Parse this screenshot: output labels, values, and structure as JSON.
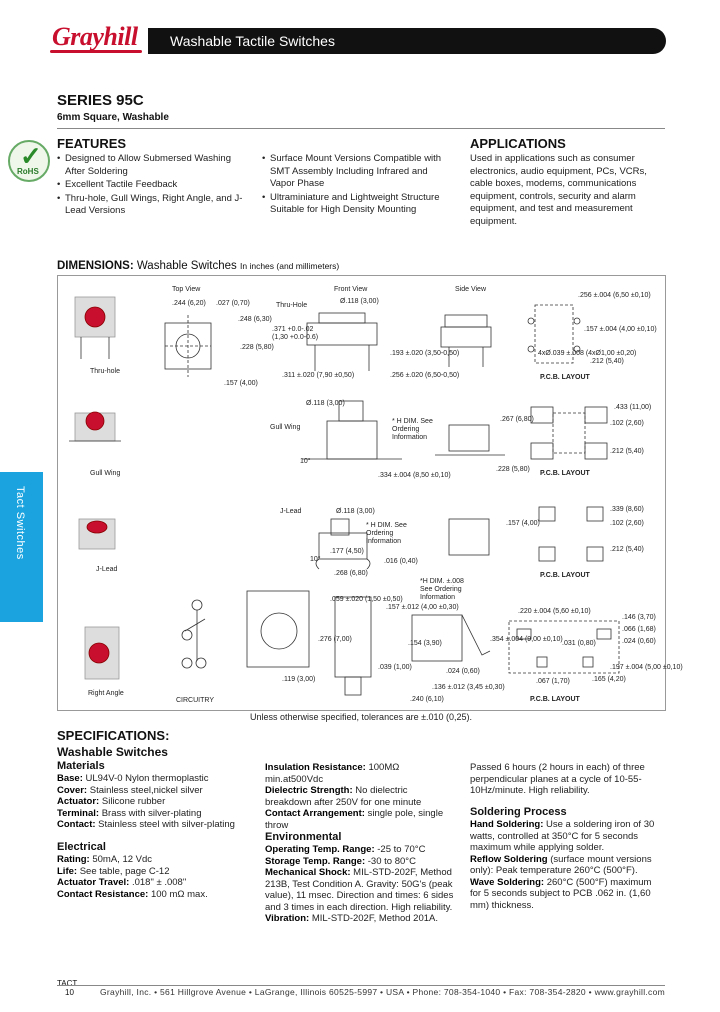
{
  "header": {
    "logo": "Grayhill",
    "title": "Washable Tactile Switches"
  },
  "side_tab": {
    "label": "Tact Switches"
  },
  "series": {
    "name": "SERIES 95C",
    "subtitle": "6mm Square, Washable"
  },
  "rohs": {
    "label": "RoHS",
    "icon": "check-icon",
    "color": "#2a8a2a"
  },
  "features": {
    "heading": "FEATURES",
    "left": [
      "Designed to Allow Submersed Washing After Soldering",
      "Excellent Tactile Feedback",
      "Thru-hole, Gull Wings, Right Angle, and J-Lead Versions"
    ],
    "right": [
      "Surface Mount Versions Compatible with SMT Assembly Including Infrared and Vapor Phase",
      "Ultraminiature and Lightweight Structure Suitable for High Density Mounting"
    ]
  },
  "applications": {
    "heading": "APPLICATIONS",
    "body": "Used in applications such as consumer electronics, audio equipment, PCs, VCRs, cable boxes, modems, communications equipment, controls, security and alarm equipment, and test and measurement equipment."
  },
  "dimensions": {
    "heading_bold": "DIMENSIONS:",
    "heading": "Washable Switches",
    "note": "In inches (and millimeters)",
    "view_labels": {
      "top": "Top View",
      "front": "Front View",
      "side": "Side View"
    },
    "row_labels": {
      "thru": "Thru-Hole",
      "gull": "Gull Wing",
      "jlead": "J-Lead"
    },
    "photo_labels": [
      "Thru-hole",
      "Gull Wing",
      "J-Lead",
      "Right Angle"
    ],
    "circuitry": "CIRCUITRY",
    "pcb": "P.C.B. LAYOUT",
    "see_ordering": "* H DIM. See Ordering Information",
    "thru_dims": [
      ".244 (6,20)",
      ".027 (0,70)",
      ".248 (6,30)",
      ".228 (5,80)",
      ".157 (4,00)",
      "Ø.118 (3,00)",
      ".371 +0.0-.02 (1,30 +0.0-0.6)",
      ".193 ±.020 (3,50-0,50)",
      ".311 ±.020 (7,90 ±0,50)",
      ".256 ±.020 (6,50-0,50)",
      ".256 ±.004 (6,50 ±0,10)",
      ".157 ±.004 (4,00 ±0,10)",
      "4xØ.039 ±.008 (4xØ1,00 ±0,20)",
      ".212 (5,40)"
    ],
    "gull_dims": [
      "Ø.118 (3,00)",
      "10°",
      ".334 ±.004 (8,50 ±0,10)",
      ".433 (11,00)",
      ".267 (6,80)",
      ".102 (2,60)",
      ".228 (5,80)",
      ".212 (5,40)"
    ],
    "jlead_dims": [
      "Ø.118 (3,00)",
      ".157 (4,00)",
      ".177 (4,50)",
      ".016 (0,40)",
      ".268 (6,80)",
      "10°",
      ".339 (8,60)",
      ".102 (2,60)",
      ".212 (5,40)"
    ],
    "ra_dims": [
      ".059 ±.020 (1,50 ±0,50)",
      ".157 ±.012 (4,00 ±0,30)",
      "*H DIM. ±.008 See Ordering Information",
      ".276 (7,00)",
      ".154 (3,90)",
      ".039 (1,00)",
      ".024 (0,60)",
      ".119 (3,00)",
      ".136 ±.012 (3,45 ±0,30)",
      ".240 (6,10)",
      ".220 ±.004 (5,60 ±0,10)",
      ".354 ±.004 (9,00 ±0,10)",
      ".031 (0,80)",
      ".067 (1,70)",
      ".165 (4,20)",
      ".146 (3,70)",
      ".066 (1,68)",
      ".024 (0,60)",
      ".197 ±.004 (5,00 ±0,10)"
    ],
    "tolerance": "Unless otherwise specified, tolerances are ±.010 (0,25)."
  },
  "specs": {
    "heading": "SPECIFICATIONS:",
    "subheading": "Washable Switches",
    "materials": {
      "heading": "Materials",
      "items": [
        {
          "k": "Base:",
          "v": "UL94V-0 Nylon thermoplastic"
        },
        {
          "k": "Cover:",
          "v": "Stainless steel,nickel silver"
        },
        {
          "k": "Actuator:",
          "v": "Silicone rubber"
        },
        {
          "k": "Terminal:",
          "v": "Brass with silver-plating"
        },
        {
          "k": "Contact:",
          "v": "Stainless steel with silver-plating"
        }
      ]
    },
    "electrical": {
      "heading": "Electrical",
      "items": [
        {
          "k": "Rating:",
          "v": "50mA, 12 Vdc"
        },
        {
          "k": "Life:",
          "v": "See table, page C-12"
        },
        {
          "k": "Actuator Travel:",
          "v": ".018\" ± .008\""
        },
        {
          "k": "Contact Resistance:",
          "v": "100 mΩ max."
        }
      ]
    },
    "mid": [
      {
        "k": "Insulation Resistance:",
        "v": "100MΩ min.at500Vdc"
      },
      {
        "k": "Dielectric Strength:",
        "v": "No dielectric breakdown after 250V for one minute"
      },
      {
        "k": "Contact Arrangement:",
        "v": "single pole, single throw"
      }
    ],
    "environmental": {
      "heading": "Environmental",
      "items": [
        {
          "k": "Operating Temp. Range:",
          "v": "-25 to 70°C"
        },
        {
          "k": "Storage Temp. Range:",
          "v": "-30 to 80°C"
        },
        {
          "k": "Mechanical Shock:",
          "v": "MIL-STD-202F, Method 213B, Test Condition A. Gravity: 50G's (peak value), 11 msec. Direction and times: 6 sides and 3 times in each direction. High reliability."
        },
        {
          "k": "Vibration:",
          "v": "MIL-STD-202F, Method 201A."
        }
      ]
    },
    "right_para": "Passed 6 hours (2 hours in each) of three perpendicular planes at a cycle of 10-55-10Hz/minute. High reliability.",
    "soldering": {
      "heading": "Soldering Process",
      "items": [
        {
          "k": "Hand Soldering:",
          "v": "Use a soldering iron of 30 watts, controlled at 350°C for 5 seconds maximum while applying solder."
        },
        {
          "k": "Reflow Soldering",
          "v": "(surface mount versions only): Peak temperature 260°C (500°F)."
        },
        {
          "k": "Wave Soldering:",
          "v": "260°C (500°F) maximum for 5 seconds subject to PCB .062 in. (1,60 mm) thickness."
        }
      ]
    }
  },
  "footer": {
    "section": "TACT",
    "page": "10",
    "address": "Grayhill, Inc. • 561 Hillgrove Avenue • LaGrange, Illinois 60525-5997 • USA • Phone: 708-354-1040 • Fax: 708-354-2820 • www.grayhill.com"
  }
}
